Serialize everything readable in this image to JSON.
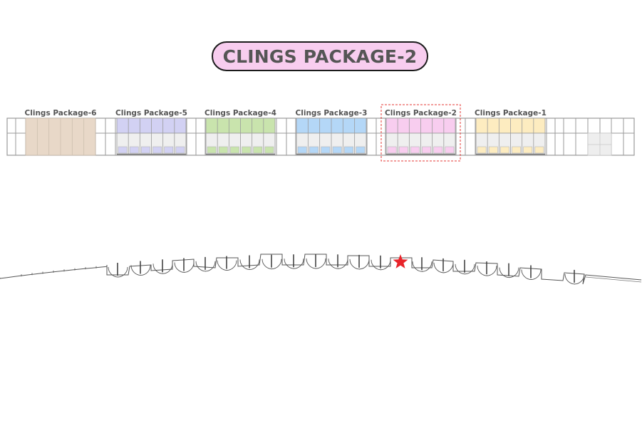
{
  "title": "CLINGS PACKAGE-2",
  "colors": {
    "title_fill": "#f8cdef",
    "selection_outline": "#e53935",
    "star": "#e8242a",
    "outline": "#9a9a9a",
    "cell_fill": "#efefef"
  },
  "selected_package": "Clings Package-2",
  "packages": [
    {
      "label": "Clings Package-6",
      "color": "#e8d8c8",
      "style": "full"
    },
    {
      "label": "Clings Package-5",
      "color": "#d2d1f3",
      "style": "split"
    },
    {
      "label": "Clings Package-4",
      "color": "#c9e4ad",
      "style": "split"
    },
    {
      "label": "Clings Package-3",
      "color": "#b4d7f7",
      "style": "split"
    },
    {
      "label": "Clings Package-2",
      "color": "#f8cdef",
      "style": "split"
    },
    {
      "label": "Clings Package-1",
      "color": "#fdecc0",
      "style": "split"
    }
  ],
  "marker": {
    "type": "star",
    "name": "current-location-star"
  }
}
